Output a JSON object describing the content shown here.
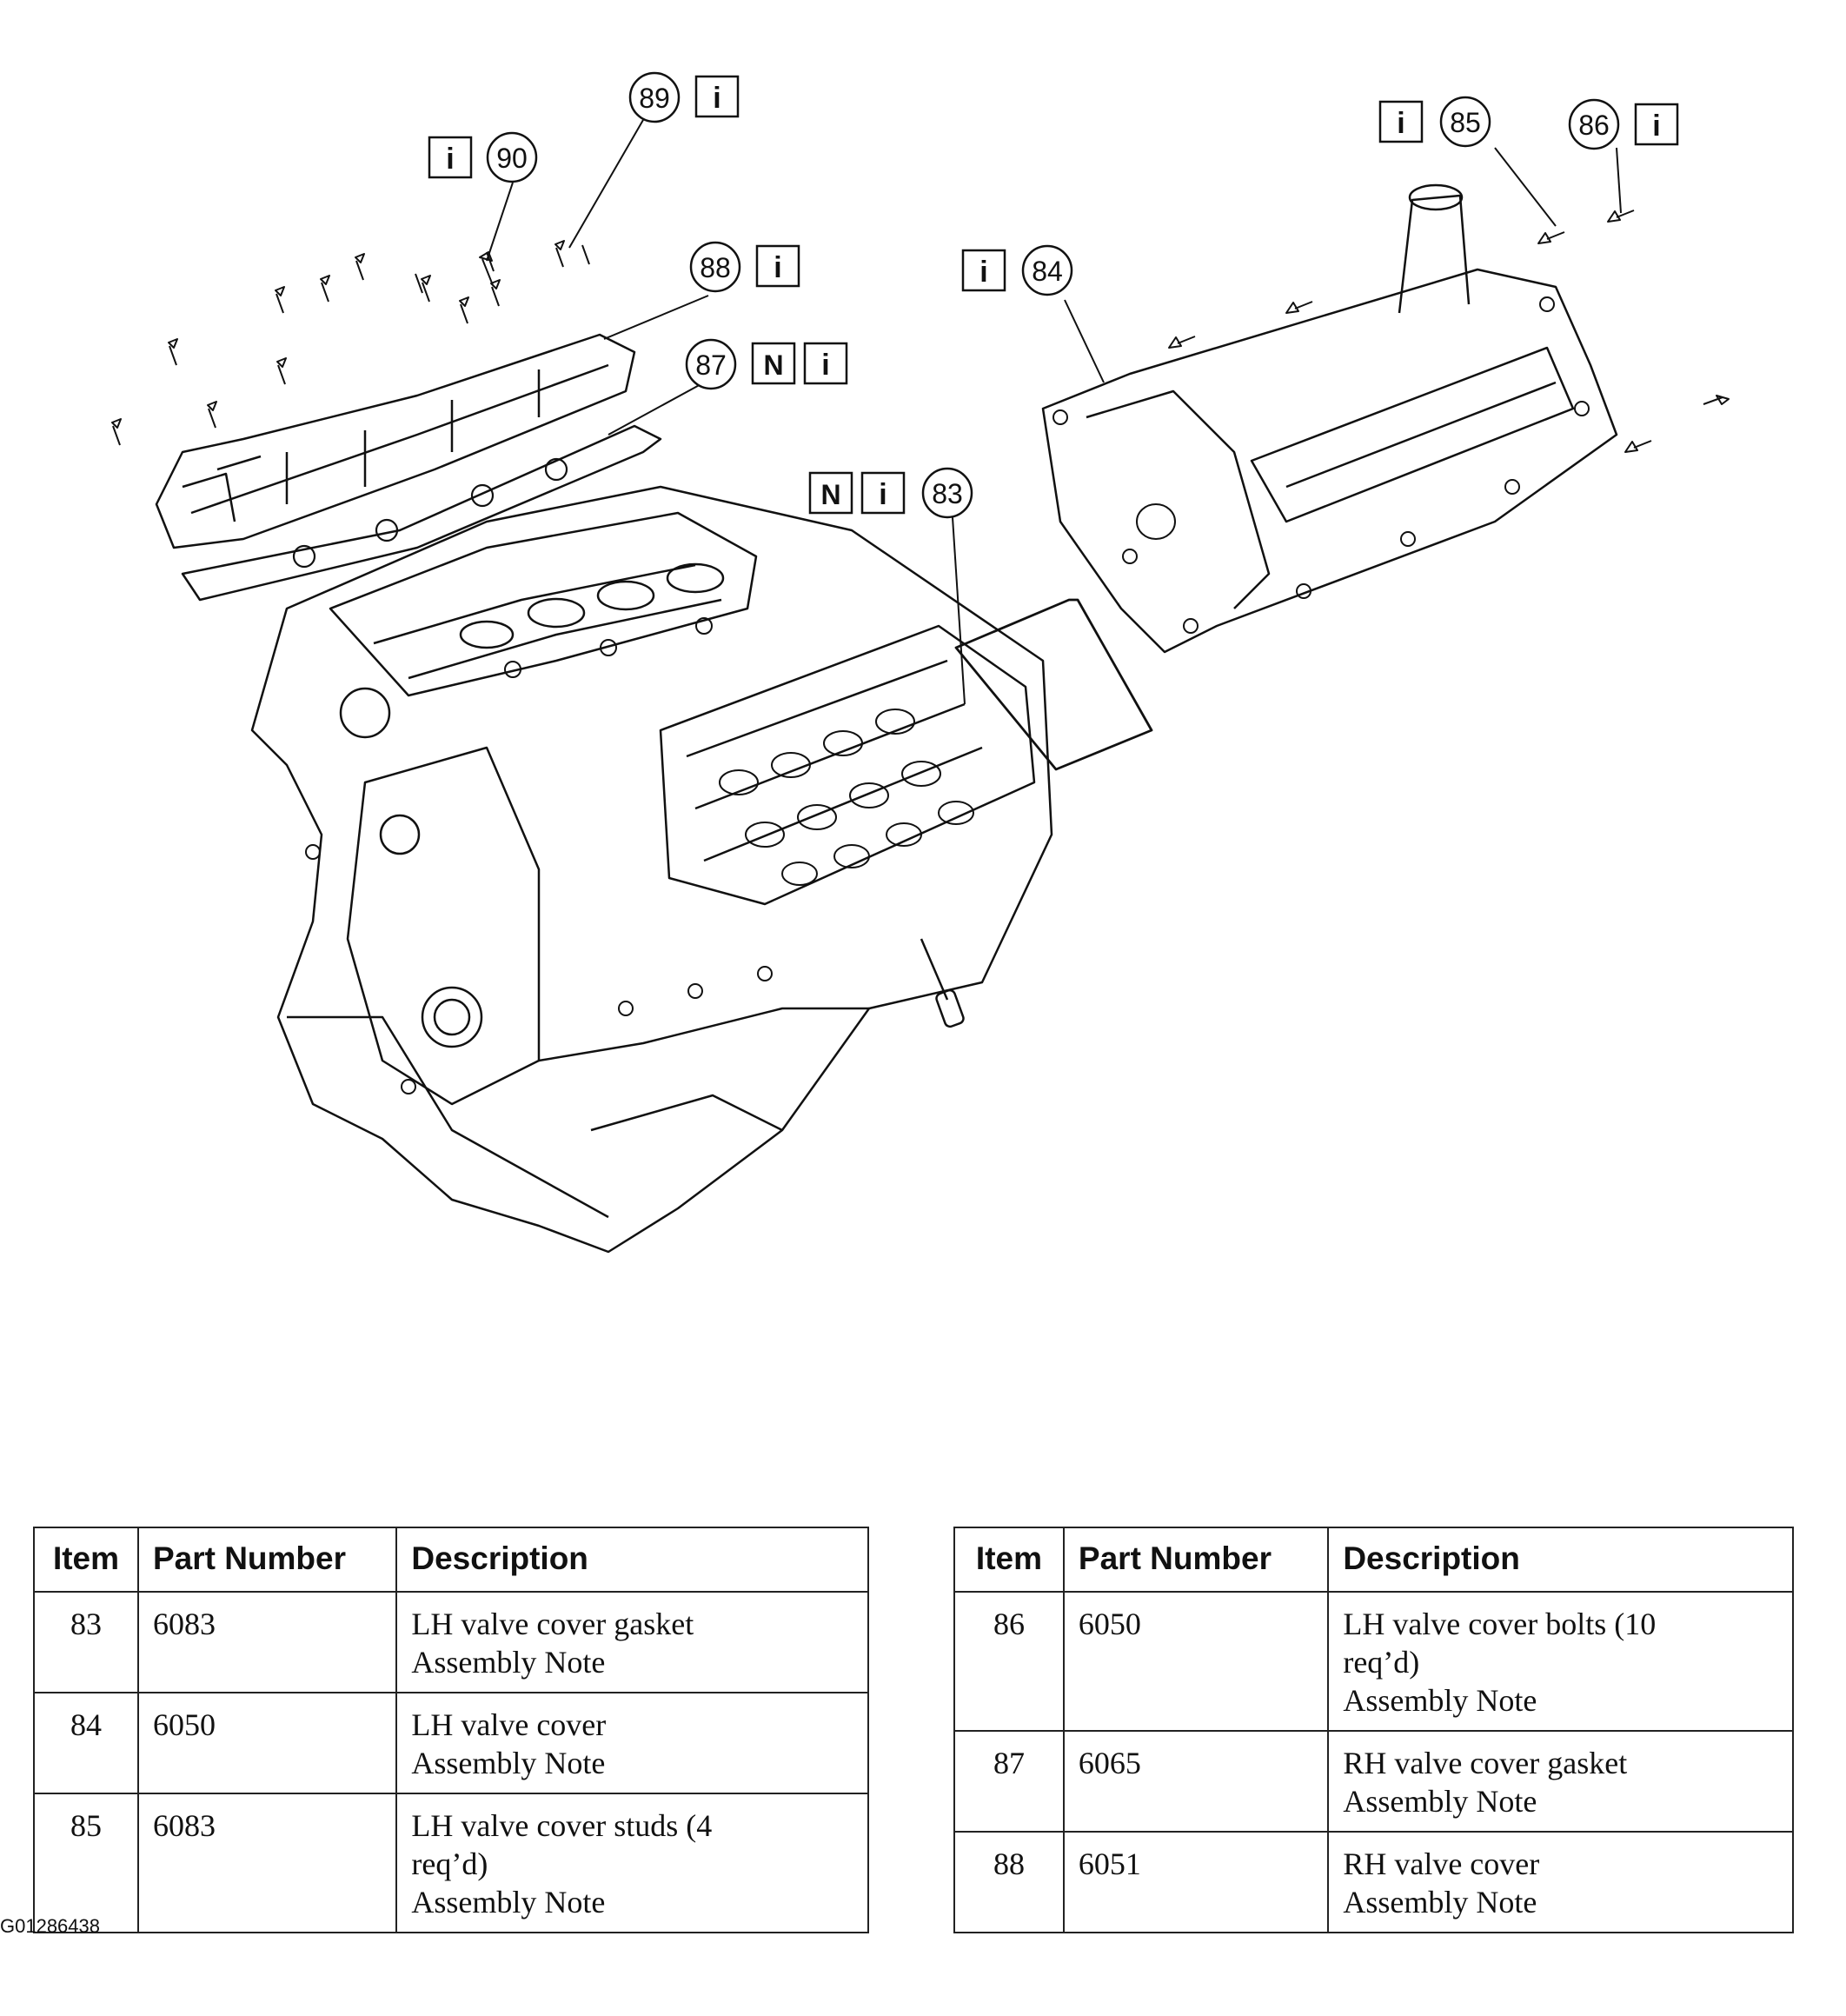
{
  "callouts": [
    {
      "number": "89",
      "tags": [
        "i"
      ]
    },
    {
      "number": "90",
      "tags": [
        "i"
      ]
    },
    {
      "number": "88",
      "tags": [
        "i"
      ]
    },
    {
      "number": "87",
      "tags": [
        "N",
        "i"
      ]
    },
    {
      "number": "83",
      "tags": [
        "N",
        "i"
      ]
    },
    {
      "number": "84",
      "tags": [
        "i"
      ]
    },
    {
      "number": "85",
      "tags": [
        "i"
      ]
    },
    {
      "number": "86",
      "tags": [
        "i"
      ]
    }
  ],
  "tables": {
    "left": {
      "headers": {
        "item": "Item",
        "part_number": "Part Number",
        "description": "Description"
      },
      "rows": [
        {
          "item": "83",
          "part_number": "6083",
          "desc1": "LH valve cover gasket",
          "desc2": "Assembly Note",
          "desc3": ""
        },
        {
          "item": "84",
          "part_number": "6050",
          "desc1": "LH valve cover",
          "desc2": "Assembly Note",
          "desc3": ""
        },
        {
          "item": "85",
          "part_number": "6083",
          "desc1": "LH valve cover studs (4",
          "desc2": "req’d)",
          "desc3": "Assembly Note"
        }
      ]
    },
    "right": {
      "headers": {
        "item": "Item",
        "part_number": "Part Number",
        "description": "Description"
      },
      "rows": [
        {
          "item": "86",
          "part_number": "6050",
          "desc1": "LH valve cover bolts (10",
          "desc2": "req’d)",
          "desc3": "Assembly Note"
        },
        {
          "item": "87",
          "part_number": "6065",
          "desc1": "RH valve cover gasket",
          "desc2": "Assembly Note",
          "desc3": ""
        },
        {
          "item": "88",
          "part_number": "6051",
          "desc1": "RH valve cover",
          "desc2": "Assembly Note",
          "desc3": ""
        }
      ]
    }
  },
  "figure_id": "G01286438"
}
